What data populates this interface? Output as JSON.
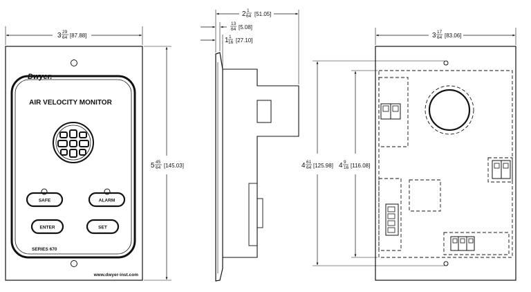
{
  "front": {
    "brand": "Dwyer.",
    "title": "AIR VELOCITY MONITOR",
    "series": "SERIES 670",
    "website": "www.dwyer-inst.com",
    "buttons": {
      "safe": "SAFE",
      "alarm": "ALARM",
      "enter": "ENTER",
      "set": "SET"
    }
  },
  "dims": {
    "front_width": {
      "whole": "3",
      "num": "29",
      "den": "64",
      "mm": "[87.88]"
    },
    "front_height": {
      "whole": "5",
      "num": "45",
      "den": "64",
      "mm": "[145.03]"
    },
    "side_overall": {
      "whole": "2",
      "num": "1",
      "den": "64",
      "mm": "[51.05]"
    },
    "side_plate": {
      "whole": "",
      "num": "13",
      "den": "64",
      "mm": "[5.08]"
    },
    "side_bezel": {
      "whole": "1",
      "num": "1",
      "den": "16",
      "mm": "[27.10]"
    },
    "back_width": {
      "whole": "3",
      "num": "17",
      "den": "64",
      "mm": "[83.06]"
    },
    "back_height_outer": {
      "whole": "4",
      "num": "61",
      "den": "64",
      "mm": "[125.98]"
    },
    "back_height_inner": {
      "whole": "4",
      "num": "9",
      "den": "16",
      "mm": "[116.08]"
    }
  }
}
